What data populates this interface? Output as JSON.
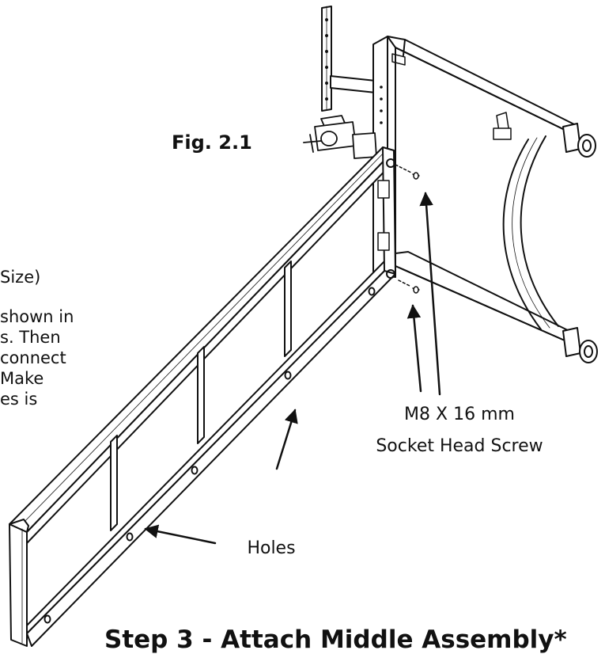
{
  "figure_label": "Fig. 2.1",
  "instructions_fragment": {
    "lines": [
      "Size)",
      "shown in",
      "s. Then",
      "connect",
      "Make",
      "es is"
    ]
  },
  "callouts": {
    "screw_line1": "M8 X 16 mm",
    "screw_line2": "Socket Head Screw",
    "holes": "Holes"
  },
  "step_title": "Step 3 - Attach Middle Assembly*",
  "colors": {
    "ink": "#111111",
    "background": "#ffffff"
  }
}
